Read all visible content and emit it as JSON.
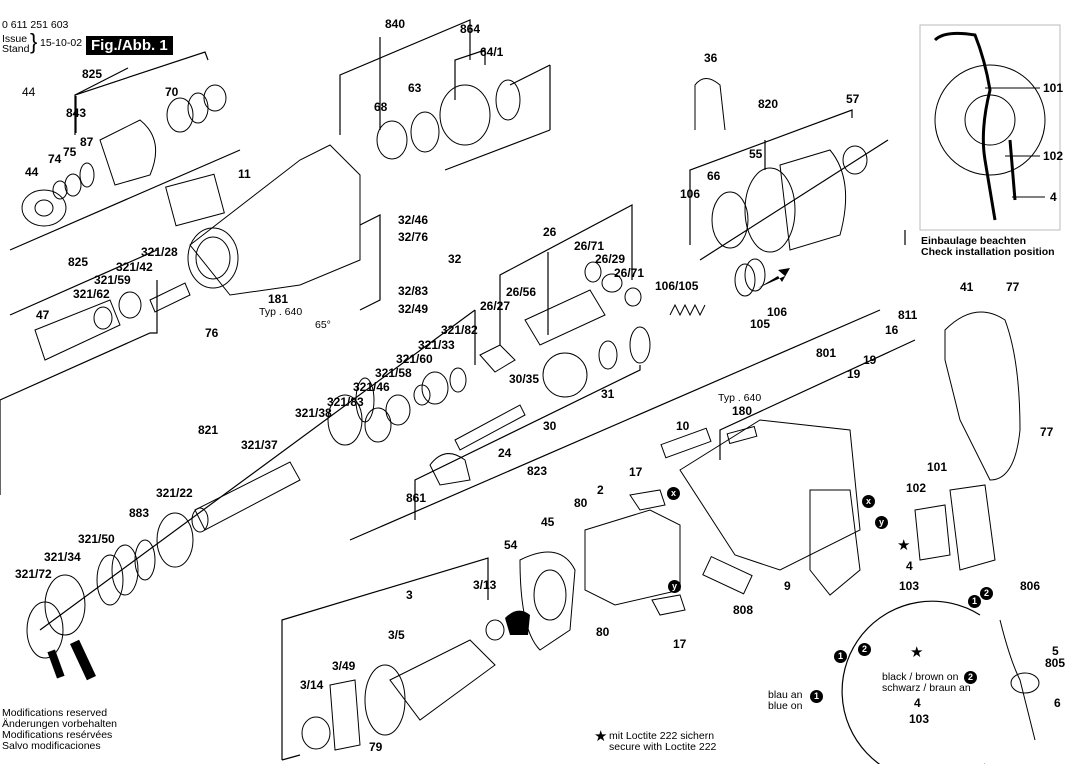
{
  "header": {
    "part_number": "0 611 251 603",
    "issue_label_de": "Issue",
    "issue_label_en": "Stand",
    "issue_date": "15-10-02",
    "figure_label": "Fig./Abb. 1"
  },
  "inset": {
    "labels": [
      "101",
      "102",
      "4"
    ],
    "caption_de": "Einbaulage beachten",
    "caption_en": "Check installation position"
  },
  "labels": {
    "l44a": "44",
    "l825a": "825",
    "l843": "843",
    "l70": "70",
    "l87": "87",
    "l75": "75",
    "l74": "74",
    "l44b": "44",
    "l840": "840",
    "l864": "864",
    "l64_1": "64/1",
    "l68": "68",
    "l63": "63",
    "l11": "11",
    "l36": "36",
    "l820": "820",
    "l57": "57",
    "l55": "55",
    "l66": "66",
    "l106a": "106",
    "l825b": "825",
    "l321_28": "321/28",
    "l321_42": "321/42",
    "l321_59": "321/59",
    "l321_62": "321/62",
    "l47": "47",
    "l76": "76",
    "l32_46": "32/46",
    "l32_76": "32/76",
    "l32": "32",
    "l32_83": "32/83",
    "l32_49": "32/49",
    "l181": "181",
    "typ640a": "Typ . 640",
    "angle": "65°",
    "l26": "26",
    "l26_71a": "26/71",
    "l26_29": "26/29",
    "l26_71b": "26/71",
    "l26_56": "26/56",
    "l26_27": "26/27",
    "l106_105": "106/105",
    "l105": "105",
    "l106b": "106",
    "l321_82": "321/82",
    "l321_33": "321/33",
    "l321_60": "321/60",
    "l321_58": "321/58",
    "l321_46": "321/46",
    "l321_83": "321/83",
    "l321_38": "321/38",
    "l30_35": "30/35",
    "l30": "30",
    "l31": "31",
    "l24": "24",
    "l823": "823",
    "l861": "861",
    "l821": "821",
    "l321_37": "321/37",
    "l321_22": "321/22",
    "l883": "883",
    "l321_50": "321/50",
    "l321_34": "321/34",
    "l321_72": "321/72",
    "l811": "811",
    "l16": "16",
    "l19a": "19",
    "l19b": "19",
    "l801": "801",
    "l41": "41",
    "l77a": "77",
    "l77b": "77",
    "typ640b": "Typ . 640",
    "l180": "180",
    "l10": "10",
    "l17a": "17",
    "l2": "2",
    "l80a": "80",
    "l45": "45",
    "l54": "54",
    "l80b": "80",
    "l17b": "17",
    "l101": "101",
    "l102": "102",
    "l4": "4",
    "l103": "103",
    "l806": "806",
    "l9": "9",
    "l808": "808",
    "l3": "3",
    "l3_13": "3/13",
    "l3_5": "3/5",
    "l3_49": "3/49",
    "l3_14": "3/14",
    "l79": "79",
    "l5": "5",
    "l805": "805",
    "l6": "6",
    "l4b": "4",
    "l103b": "103"
  },
  "markers": {
    "x": "x",
    "y": "y",
    "one": "1",
    "two": "2",
    "star": "★"
  },
  "wiring_note": {
    "black_brown_en": "black / brown on",
    "black_brown_de": "schwarz / braun an",
    "blue_de": "blau an",
    "blue_en": "blue on"
  },
  "loctite_note": {
    "de": "mit Loctite 222 sichern",
    "en": "secure with Loctite 222"
  },
  "footer": {
    "lines": [
      "Modifications reserved",
      "Änderungen vorbehalten",
      "Modifications resérvées",
      "Salvo modificaciones"
    ]
  }
}
